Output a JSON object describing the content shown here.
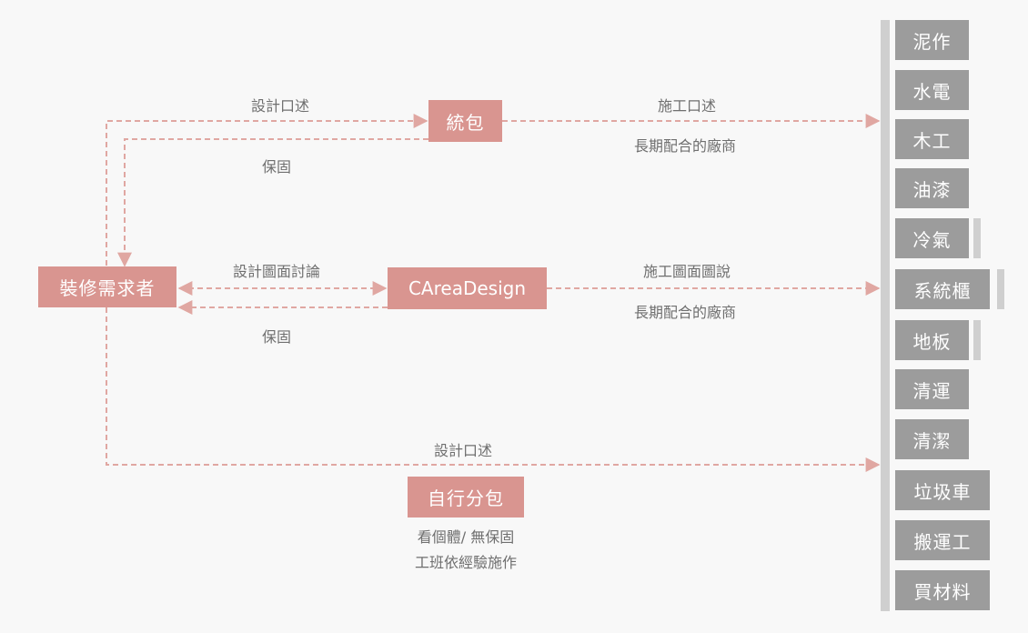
{
  "nodes": {
    "client": "裝修需求者",
    "contractor": "統包",
    "carea": "CAreaDesign",
    "self": "自行分包"
  },
  "edges": {
    "client_to_contractor": "設計口述",
    "contractor_to_client": "保固",
    "contractor_to_trades": "施工口述",
    "contractor_partners": "長期配合的廠商",
    "client_to_carea": "設計圖面討論",
    "carea_to_client": "保固",
    "carea_to_trades": "施工圖面圖說",
    "carea_partners": "長期配合的廠商",
    "client_to_trades": "設計口述"
  },
  "self_notes": {
    "line1": "看個體/ 無保固",
    "line2": "工班依經驗施作"
  },
  "trades": [
    "泥作",
    "水電",
    "木工",
    "油漆",
    "冷氣",
    "系統櫃",
    "地板",
    "清運",
    "清潔",
    "垃圾車",
    "搬運工",
    "買材料"
  ],
  "colors": {
    "accent": "#d99590",
    "line": "#e0a7a2",
    "trade_box": "#9c9c9c",
    "trade_bar": "#cfcfcf",
    "text": "#6f6f6f"
  }
}
